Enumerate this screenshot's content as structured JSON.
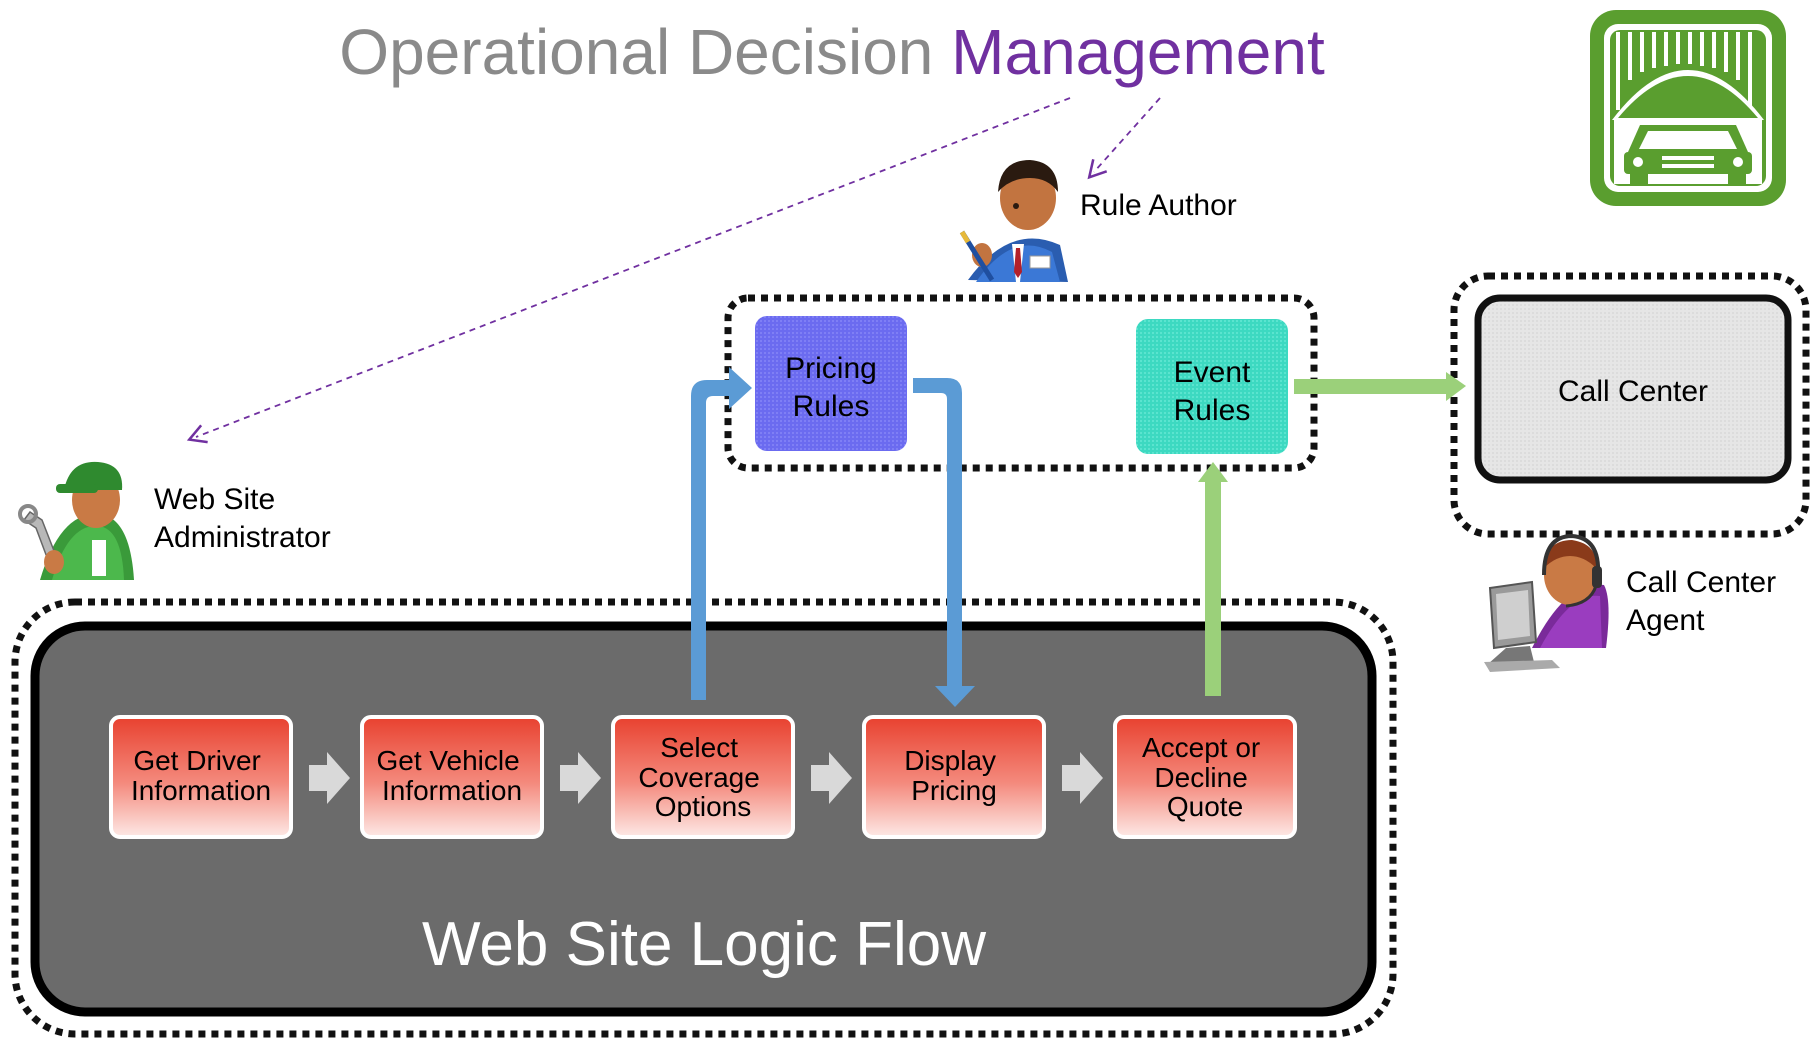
{
  "title": {
    "prefix": "Operational Decision",
    "highlight": "Management"
  },
  "colors": {
    "title_gray": "#8a8a8a",
    "title_purple": "#7030a0",
    "flow_panel": "#6b6b6b",
    "pricing_rules": "#6b6bf0",
    "event_rules": "#3dd9c1",
    "blue_arrow": "#5b9bd5",
    "green_arrow": "#9bd07a",
    "step_top": "#ea4b3a",
    "step_bottom": "#fde4e1",
    "call_center_fill": "#e8e8e8",
    "logo_green": "#5a9e2f"
  },
  "actors": {
    "rule_author": "Rule Author",
    "web_admin_line1": "Web Site",
    "web_admin_line2": "Administrator",
    "agent_line1": "Call Center",
    "agent_line2": "Agent"
  },
  "rules": {
    "pricing_line1": "Pricing",
    "pricing_line2": "Rules",
    "event_line1": "Event",
    "event_line2": "Rules"
  },
  "call_center": "Call Center",
  "flow": {
    "label": "Web Site Logic Flow",
    "steps": [
      {
        "lines": [
          "Get Driver",
          "Information"
        ]
      },
      {
        "lines": [
          "Get Vehicle",
          "Information"
        ]
      },
      {
        "lines": [
          "Select",
          "Coverage",
          "Options"
        ]
      },
      {
        "lines": [
          "Display",
          "Pricing"
        ]
      },
      {
        "lines": [
          "Accept or",
          "Decline",
          "Quote"
        ]
      }
    ]
  }
}
